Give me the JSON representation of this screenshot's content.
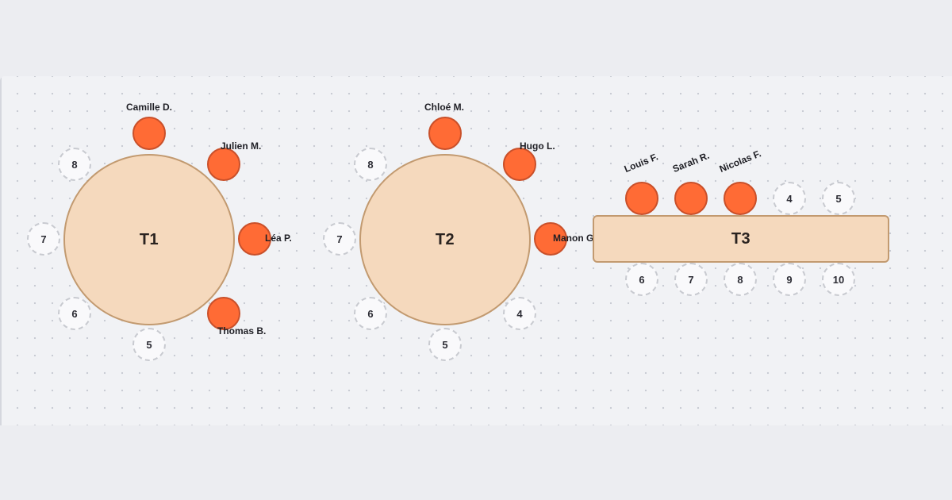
{
  "tables": {
    "t1": {
      "label": "T1",
      "guests": [
        "Camille D.",
        "Julien M.",
        "Léa P.",
        "Thomas B."
      ],
      "empty_seats": [
        "8",
        "7",
        "6",
        "5"
      ]
    },
    "t2": {
      "label": "T2",
      "guests": [
        "Chloé M.",
        "Hugo L.",
        "Manon G."
      ],
      "empty_seats": [
        "8",
        "7",
        "6",
        "5",
        "4"
      ]
    },
    "t3": {
      "label": "T3",
      "guests": [
        "Louis F.",
        "Sarah R.",
        "Nicolas F."
      ],
      "empty_seats_top": [
        "4",
        "5"
      ],
      "empty_seats_bottom": [
        "6",
        "7",
        "8",
        "9",
        "10"
      ]
    }
  },
  "colors": {
    "table_fill": "#f5d9bd",
    "table_border": "#c29a70",
    "seat_taken": "#ff6b35",
    "seat_empty": "#f9f9fb"
  }
}
